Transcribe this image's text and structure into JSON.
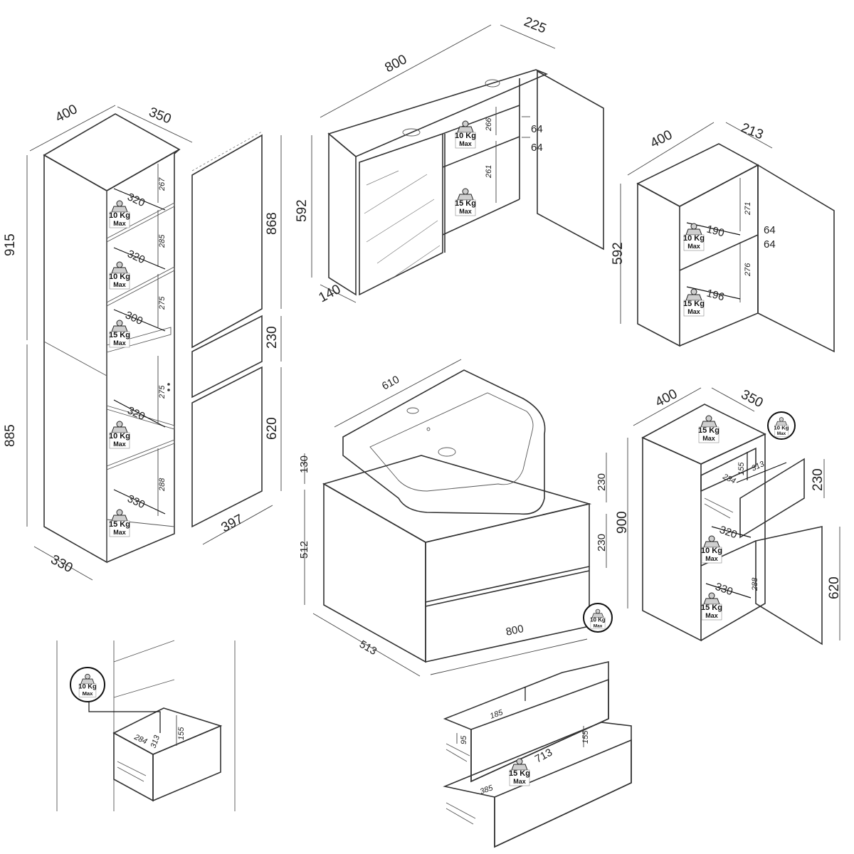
{
  "tall_cabinet": {
    "width": "400",
    "depth": "350",
    "height_top": "915",
    "height_bottom": "885",
    "base_depth": "330",
    "shelf_depths": [
      "320",
      "320",
      "300",
      "320",
      "330"
    ],
    "shelf_heights": [
      "267",
      "285",
      "275",
      "275",
      "288"
    ],
    "loads": [
      {
        "weight": "10 Kg",
        "max": "Max"
      },
      {
        "weight": "10 Kg",
        "max": "Max"
      },
      {
        "weight": "15 Kg",
        "max": "Max"
      },
      {
        "weight": "10 Kg",
        "max": "Max"
      },
      {
        "weight": "15 Kg",
        "max": "Max"
      }
    ]
  },
  "tall_doors": {
    "top_door": "868",
    "drawer_front": "230",
    "bottom_door": "620",
    "width": "397"
  },
  "mirror_cabinet": {
    "width": "800",
    "depth": "225",
    "height": "592",
    "side_depth": "140",
    "shelf_heights": [
      "266",
      "261"
    ],
    "gaps": [
      "64",
      "64"
    ],
    "loads": [
      {
        "weight": "10 Kg",
        "max": "Max"
      },
      {
        "weight": "15 Kg",
        "max": "Max"
      }
    ]
  },
  "wall_cabinet": {
    "width": "400",
    "depth": "213",
    "height": "592",
    "shelf_heights": [
      "271",
      "276"
    ],
    "gaps": [
      "64",
      "64"
    ],
    "shelf_depths": [
      "190",
      "196"
    ],
    "loads": [
      {
        "weight": "10 Kg",
        "max": "Max"
      },
      {
        "weight": "15 Kg",
        "max": "Max"
      }
    ]
  },
  "vanity": {
    "basin_width": "610",
    "basin_height": "130",
    "body_height": "512",
    "drawer_heights": [
      "230",
      "230"
    ],
    "width": "800",
    "depth": "513"
  },
  "side_cabinet": {
    "width": "400",
    "depth": "350",
    "height": "900",
    "drawer_height": "230",
    "door_height": "620",
    "drawer_inner": [
      "155",
      "284",
      "313"
    ],
    "shelf_depths": [
      "320",
      "330"
    ],
    "shelf_height": "288",
    "loads": [
      {
        "weight": "15 Kg",
        "max": "Max"
      },
      {
        "weight": "10 Kg",
        "max": "Max"
      },
      {
        "weight": "10 Kg",
        "max": "Max"
      },
      {
        "weight": "15 Kg",
        "max": "Max"
      }
    ]
  },
  "drawer_detail": {
    "load": {
      "weight": "10 Kg",
      "max": "Max"
    },
    "inner": [
      "155",
      "284",
      "313"
    ]
  },
  "vanity_drawers": {
    "load_top": {
      "weight": "10 Kg",
      "max": "Max"
    },
    "load_bottom": {
      "weight": "15 Kg",
      "max": "Max"
    },
    "dims": [
      "185",
      "95",
      "155",
      "713",
      "385"
    ]
  }
}
